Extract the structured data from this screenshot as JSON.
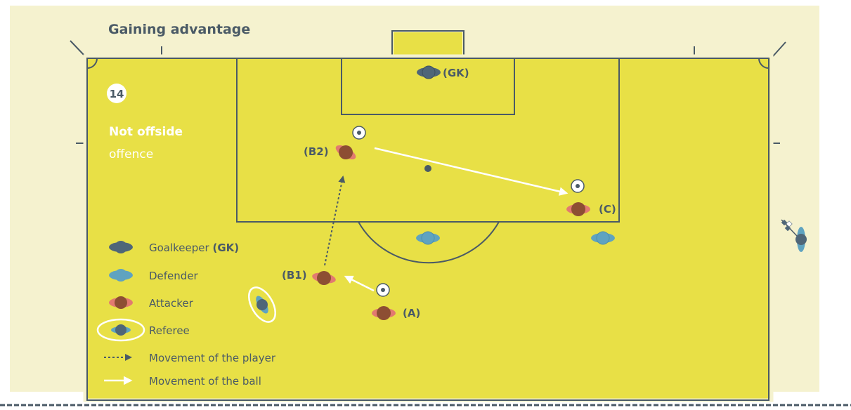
{
  "title": "Gaining advantage",
  "case": {
    "number": "14",
    "heading": "Not offside",
    "subheading": "offence"
  },
  "players": {
    "gk_label": "(GK)",
    "b2_label": "(B2)",
    "b1_label": "(B1)",
    "a_label": "(A)",
    "c_label": "(C)"
  },
  "legend": {
    "goalkeeper": "Goalkeeper ",
    "goalkeeper_abbr": "(GK)",
    "defender": "Defender",
    "attacker": "Attacker",
    "referee": "Referee",
    "player_movement": "Movement of the player",
    "ball_movement": "Movement of the ball"
  },
  "colors": {
    "pitch": "#e8e046",
    "surround": "#f5f2cf",
    "lines": "#4a5a66",
    "goalkeeper": "#4f6678",
    "defender": "#5fa3c0",
    "attacker": "#8d4e33",
    "attacker_accent": "#e27a70",
    "referee": "#4f6678"
  },
  "icons": {
    "ball": "soccer-ball-icon",
    "flag": "linesman-flag-icon"
  }
}
